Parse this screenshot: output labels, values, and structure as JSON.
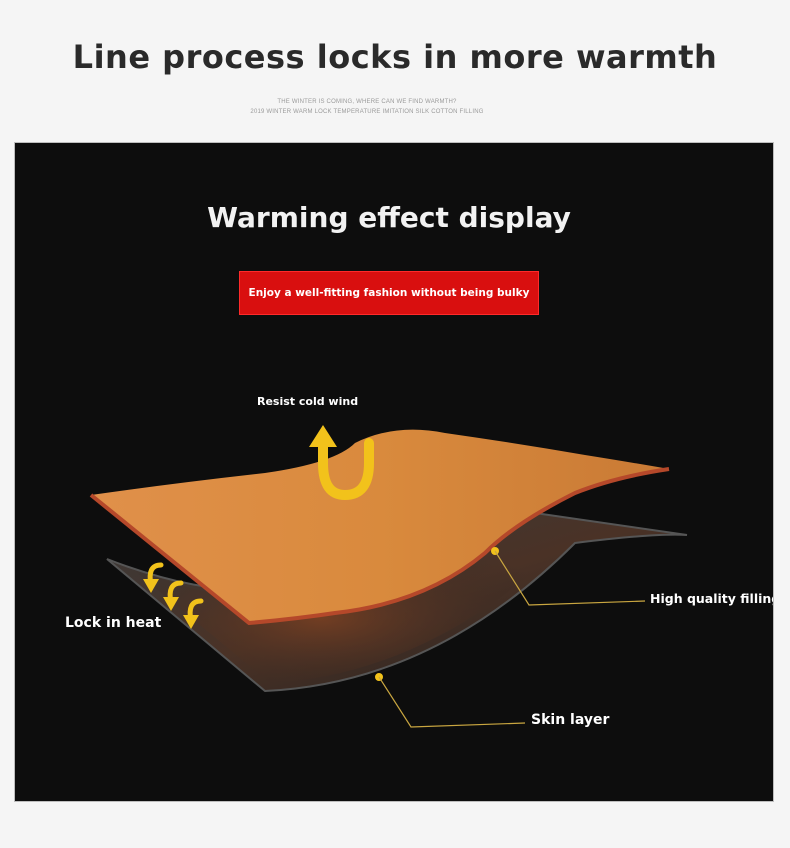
{
  "header": {
    "title": "Line process locks in more warmth",
    "subtitle_line1": "THE WINTER IS COMING, WHERE CAN WE FIND WARMTH?",
    "subtitle_line2": "2019 WINTER WARM LOCK TEMPERATURE IMITATION SILK COTTON FILLING"
  },
  "panel": {
    "heading": "Warming effect display",
    "banner_text": "Enjoy a well-fitting fashion without being bulky",
    "banner_color": "#d90f0f",
    "background_color": "#0d0d0d",
    "labels": {
      "resist_cold_wind": "Resist cold wind",
      "lock_in_heat": "Lock in heat",
      "high_quality_filling": "High quality filling",
      "skin_layer": "Skin layer"
    },
    "colors": {
      "outer_layer": "#d98a3d",
      "outer_edge": "#b5482a",
      "skin_layer": "#2b2b2b",
      "arrow": "#f2c21b",
      "leader_line": "#c9a640"
    },
    "icons": [
      "u-turn-arrow-icon",
      "curved-heat-arrow-icon"
    ]
  }
}
